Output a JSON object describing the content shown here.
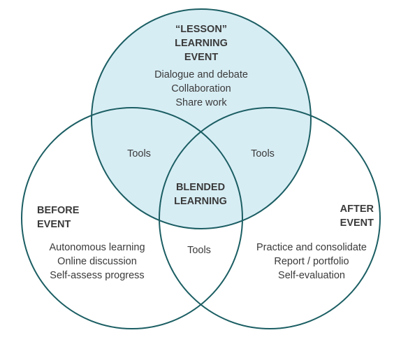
{
  "colors": {
    "circle_stroke": "#1b5e63",
    "lesson_fill": "#d7edf4",
    "text": "#3a3a3a"
  },
  "lesson": {
    "title": [
      "“LESSON”",
      "LEARNING",
      "EVENT"
    ],
    "items": [
      "Dialogue and debate",
      "Collaboration",
      "Share work"
    ]
  },
  "before": {
    "title": [
      "BEFORE",
      "EVENT"
    ],
    "items": [
      "Autonomous learning",
      "Online discussion",
      "Self-assess progress"
    ]
  },
  "after": {
    "title": [
      "AFTER",
      "EVENT"
    ],
    "items": [
      "Practice and consolidate",
      "Report / portfolio",
      "Self-evaluation"
    ]
  },
  "overlaps": {
    "lesson_before": "Tools",
    "lesson_after": "Tools",
    "before_after": "Tools",
    "center": [
      "BLENDED",
      "LEARNING"
    ]
  }
}
